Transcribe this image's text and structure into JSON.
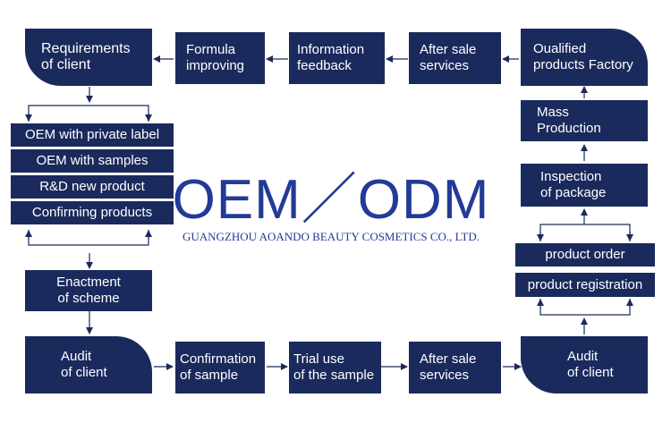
{
  "title": "OEM／ODM",
  "subtitle": "GUANGZHOU AOANDO BEAUTY COSMETICS CO., LTD.",
  "colors": {
    "box_fill": "#1b2a5c",
    "title_color": "#233a97",
    "box_text": "#ffffff"
  },
  "steps": {
    "requirements": "Requirements\nof client",
    "formula": "Formula\nimproving",
    "info_feedback": "Information\nfeedback",
    "after_sale_top": "After sale\nservices",
    "qualified_factory": "Oualified\nproducts Factory",
    "mass_production": "Mass\nProduction",
    "inspection": "Inspection\nof package",
    "product_order": "product order",
    "product_registration": "product registration",
    "oem_private": "OEM with private label",
    "oem_samples": "OEM with samples",
    "rnd": "R&D new product",
    "confirming": "Confirming products",
    "enactment": "Enactment\nof scheme",
    "audit_left": "Audit\nof client",
    "confirmation": "Confirmation\nof sample",
    "trial": "Trial use\nof the sample",
    "after_sale_bottom": "After sale\nservices",
    "audit_right": "Audit\nof client"
  }
}
